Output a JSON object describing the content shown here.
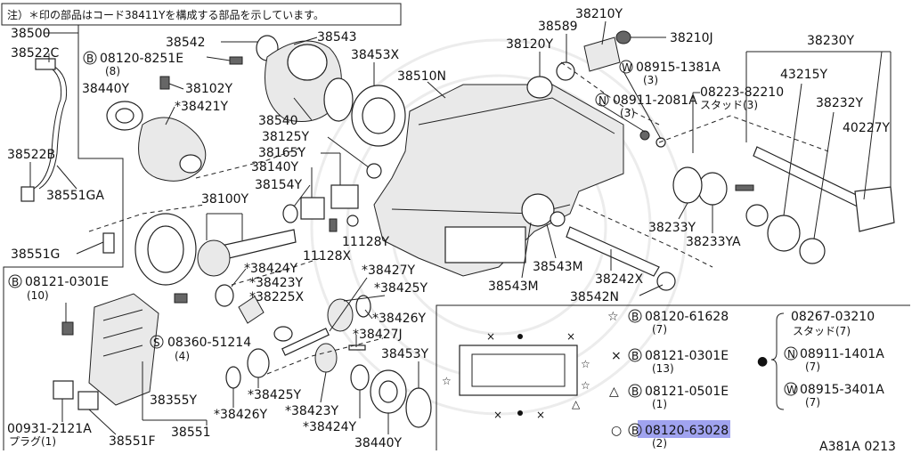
{
  "note": "注）＊印の部品はコード38411Yを構成する部品を示しています。",
  "diagram_code": "A381A 0213",
  "selected_part": "08120-63028",
  "labels": {
    "p38500": "38500",
    "p38522C": "38522C",
    "p08120_8251E": "08120-8251E",
    "p08120_8251E_qty": "(8)",
    "p38542": "38542",
    "p38543": "38543",
    "p38453X": "38453X",
    "p38510N": "38510N",
    "p38440Y_top": "38440Y",
    "p38102Y": "38102Y",
    "p38421Y": "*38421Y",
    "p38540": "38540",
    "p38125Y": "38125Y",
    "p38165Y": "38165Y",
    "p38140Y": "38140Y",
    "p38154Y": "38154Y",
    "p38522B": "38522B",
    "p38551GA": "38551GA",
    "p38100Y": "38100Y",
    "p11128Y": "11128Y",
    "p11128X": "11128X",
    "p38551G": "38551G",
    "p08121_0301E": "08121-0301E",
    "p08121_0301E_qty": "(10)",
    "p38424Y_top": "*38424Y",
    "p38423Y_top": "*38423Y",
    "p38225X": "*38225X",
    "p38427Y": "*38427Y",
    "p38425Y_top": "*38425Y",
    "p38426Y_right": "*38426Y",
    "p38427J": "*38427J",
    "p08360_51214": "08360-51214",
    "p08360_51214_qty": "(4)",
    "p38453Y": "38453Y",
    "p38355Y": "38355Y",
    "p38425Y_bottom": "*38425Y",
    "p38426Y_bottom": "*38426Y",
    "p38423Y_bottom": "*38423Y",
    "p38424Y_bottom": "*38424Y",
    "p38440Y_bottom": "38440Y",
    "p38551": "38551",
    "p00931_2121A": "00931-2121A",
    "p00931_2121A_sub": "プラグ(1)",
    "p38551F": "38551F",
    "p38210Y": "38210Y",
    "p38589": "38589",
    "p38120Y": "38120Y",
    "p38210J": "38210J",
    "p38230Y": "38230Y",
    "p08915_1381A": "08915-1381A",
    "p08915_1381A_qty": "(3)",
    "p43215Y": "43215Y",
    "p08223_82210": "08223-82210",
    "p08223_82210_sub": "スタッド(3)",
    "p38232Y": "38232Y",
    "p08911_2081A": "08911-2081A",
    "p08911_2081A_qty": "(3)",
    "p40227Y": "40227Y",
    "p38233Y": "38233Y",
    "p38233YA": "38233YA",
    "p38543M_right": "38543M",
    "p38242X": "38242X",
    "p38543M_left": "38543M",
    "p38542N": "38542N"
  },
  "legend": {
    "star_part": "08120-61628",
    "star_qty": "(7)",
    "cross_part": "08121-0301E",
    "cross_qty": "(13)",
    "triangle_part": "08121-0501E",
    "triangle_qty": "(1)",
    "circle_part": "08120-63028",
    "circle_qty": "(2)",
    "stud_part": "08267-03210",
    "stud_sub": "スタッド(7)",
    "nut_part": "08911-1401A",
    "nut_qty": "(7)",
    "washer_part": "08915-3401A",
    "washer_qty": "(7)"
  },
  "symbols": {
    "b": "B",
    "n": "N",
    "w": "W",
    "s": "S",
    "star": "☆",
    "cross": "×",
    "triangle": "△",
    "circle": "○",
    "dot": "●"
  }
}
